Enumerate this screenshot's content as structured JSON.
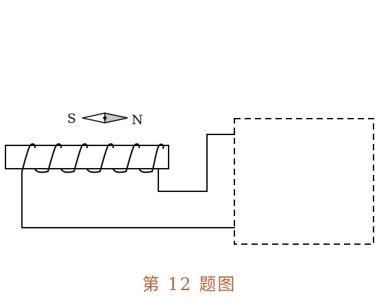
{
  "figure": {
    "caption": "第 12 题图",
    "compass": {
      "left_pole": "S",
      "right_pole": "N"
    }
  },
  "colors": {
    "line": "#111111",
    "caption": "#b4653a",
    "compass_fill": "#c8c8c8"
  }
}
